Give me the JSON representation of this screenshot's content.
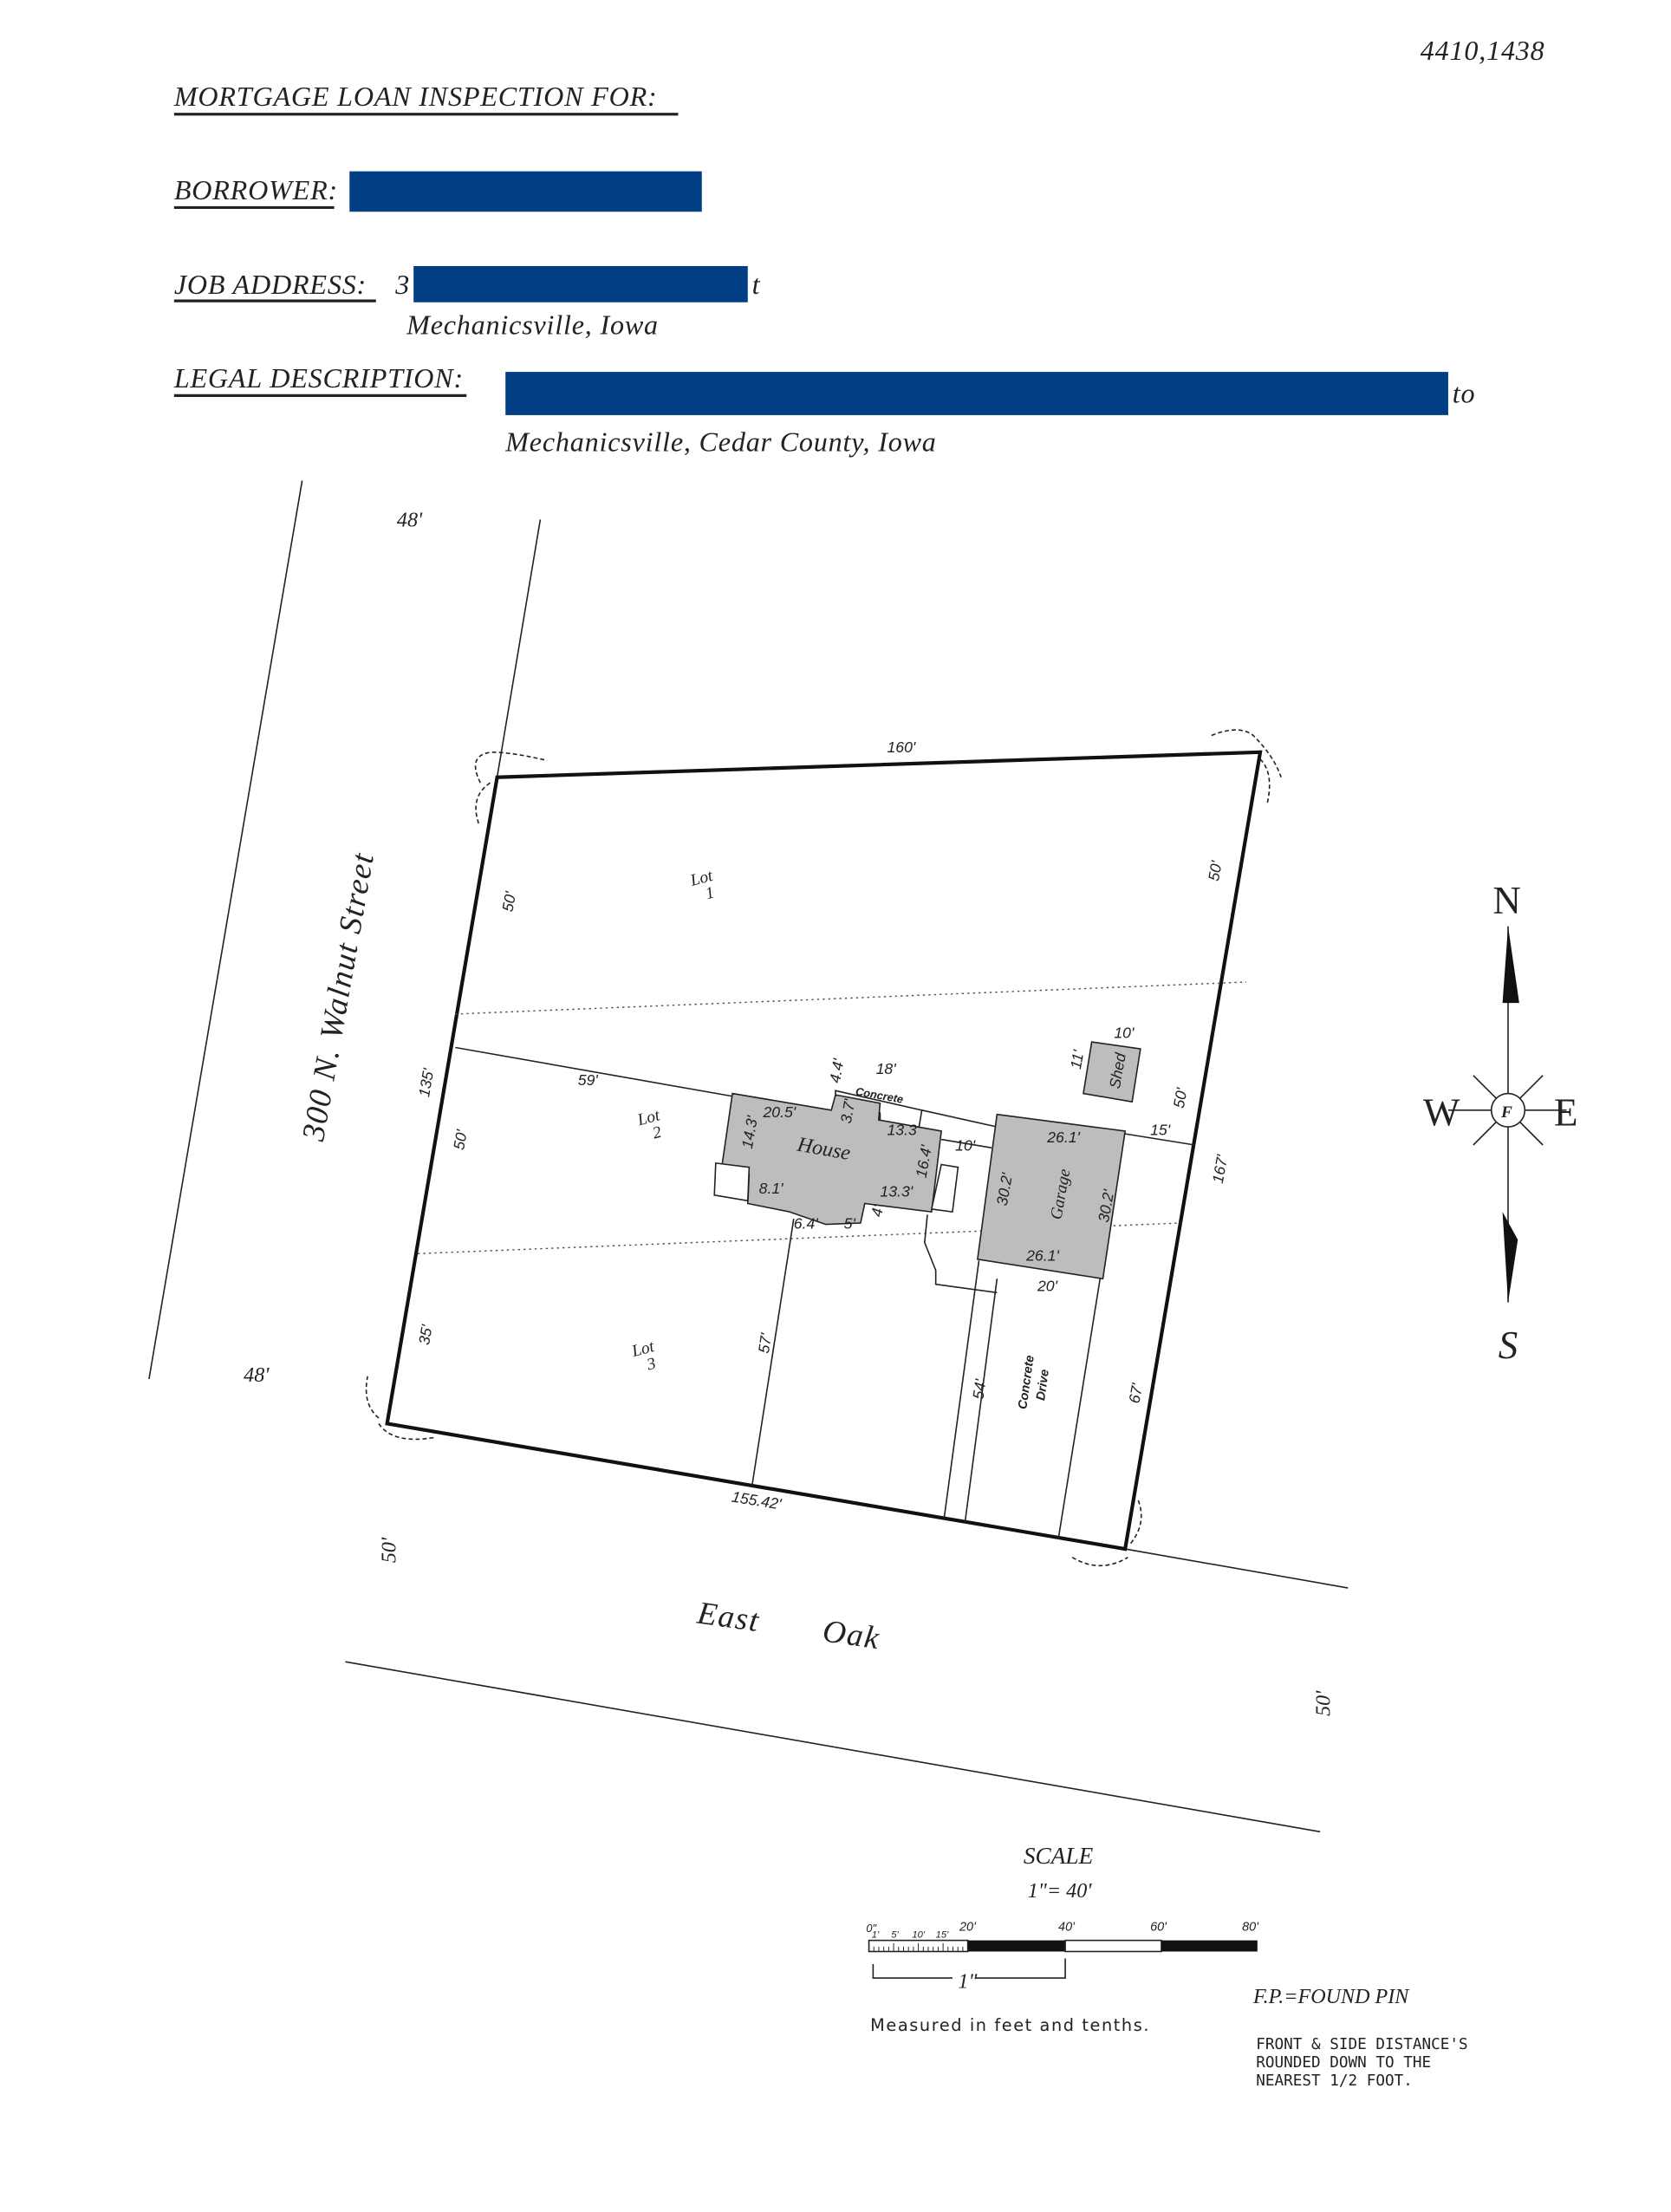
{
  "document_number": "4410,1438",
  "header": {
    "title": "MORTGAGE LOAN INSPECTION FOR:",
    "borrower_label": "BORROWER:",
    "job_address_label": "JOB ADDRESS:",
    "job_address_partial_start": "3",
    "job_address_partial_end": "t",
    "job_address_line2": "Mechanicsville, Iowa",
    "legal_description_label": "LEGAL DESCRIPTION:",
    "legal_description_end": "to",
    "legal_description_line2": "Mechanicsville, Cedar County, Iowa"
  },
  "redaction_color": "#003F83",
  "streets": {
    "west": "300 N. Walnut Street",
    "south_1": "East",
    "south_2": "Oak",
    "width_top_left": "48'",
    "width_bottom_left": "48'",
    "width_south_left": "50'",
    "width_south_right": "50'"
  },
  "plat": {
    "north_line": "160'",
    "south_line": "155.42'",
    "west_total": "135'",
    "west_lot1": "50'",
    "west_lot2": "50'",
    "west_lot3": "35'",
    "east_total": "167'",
    "east_lot1": "50'",
    "east_lot2": "50'",
    "east_lot3": "67'",
    "lots": [
      {
        "word": "Lot",
        "number": "1"
      },
      {
        "word": "Lot",
        "number": "2"
      },
      {
        "word": "Lot",
        "number": "3"
      }
    ],
    "setback_west": "59'",
    "setback_house_south": "57'",
    "setback_drive_south": "54'",
    "setback_garage_east": "15'",
    "house_garage_gap": "10'",
    "drive_width": "20'",
    "drive_label_1": "Concrete",
    "drive_label_2": "Drive",
    "house": {
      "label": "House",
      "dims": [
        "20.5'",
        "14.3'",
        "3.7'",
        "4.4'",
        "13.3'",
        "16.4'",
        "13.3'",
        "8.1'",
        "6.4'",
        "5'",
        "4'"
      ],
      "concrete_label": "Concrete",
      "concrete_width": "18'"
    },
    "garage": {
      "label": "Garage",
      "dims": [
        "26.1'",
        "26.1'",
        "30.2'",
        "30.2'"
      ]
    },
    "shed": {
      "label": "Shed",
      "dims": [
        "10'",
        "11'"
      ]
    }
  },
  "compass": {
    "n": "N",
    "s": "S",
    "e": "E",
    "w": "W",
    "center": "F"
  },
  "scale": {
    "title": "SCALE",
    "ratio": "1\"= 40'",
    "ticks": [
      "0\"",
      "1'",
      "5'",
      "10'",
      "15'",
      "20'",
      "40'",
      "60'",
      "80'"
    ],
    "inch_label": "1\"",
    "measured_note": "Measured in feet and tenths."
  },
  "notes": {
    "fp": "F.P.=FOUND PIN",
    "rounding": [
      "FRONT & SIDE DISTANCE'S",
      "ROUNDED DOWN TO THE",
      "NEAREST 1/2 FOOT."
    ]
  }
}
